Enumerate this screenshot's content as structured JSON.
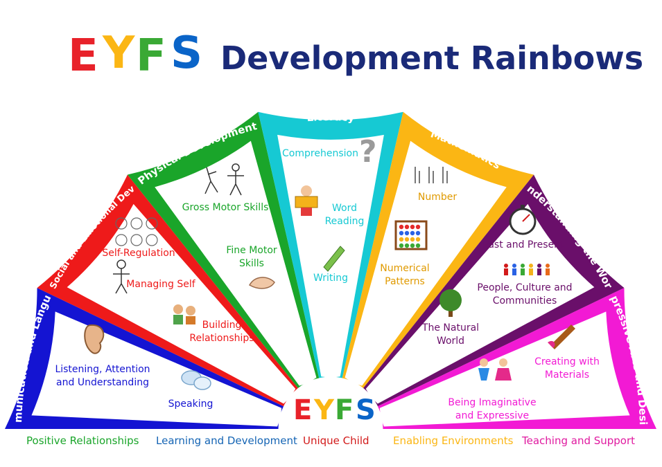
{
  "title": {
    "letters": [
      "E",
      "Y",
      "F",
      "S"
    ],
    "letter_colors": [
      "#e8222a",
      "#fbb614",
      "#3aa935",
      "#0a64c8"
    ],
    "rest": "Development Rainbows",
    "rest_color": "#1a2a78"
  },
  "center_logo": {
    "letters": [
      "E",
      "Y",
      "F",
      "S"
    ],
    "letter_colors": [
      "#e8222a",
      "#fbb614",
      "#3aa935",
      "#0a64c8"
    ]
  },
  "sectors": [
    {
      "name": "Communication and Language",
      "color": "#1414d2",
      "areas": [
        "Listening, Attention and Understanding",
        "Speaking"
      ],
      "icons": [
        "ear-icon",
        "speech-bubbles-icon"
      ]
    },
    {
      "name": "Personal, Social and Emotional Development",
      "color": "#ee1a1a",
      "areas": [
        "Self-Regulation",
        "Managing Self",
        "Building Relationships"
      ],
      "icons": [
        "faces-icon",
        "stick-figure-icon",
        "two-children-icon"
      ]
    },
    {
      "name": "Physical Development",
      "color": "#1aa52a",
      "areas": [
        "Gross Motor Skills",
        "Fine Motor Skills"
      ],
      "icons": [
        "running-figures-icon",
        "pinching-hand-icon"
      ]
    },
    {
      "name": "Literacy",
      "color": "#16c9d3",
      "areas": [
        "Comprehension",
        "Word Reading",
        "Writing"
      ],
      "icons": [
        "question-mark-icon",
        "reading-girl-icon",
        "pencil-icon"
      ]
    },
    {
      "name": "Mathematics",
      "color": "#fbb614",
      "areas": [
        "Number",
        "Numerical Patterns"
      ],
      "icons": [
        "counting-hands-icon",
        "abacus-icon"
      ]
    },
    {
      "name": "Understanding the World",
      "color": "#6a0f6a",
      "areas": [
        "Past and Present",
        "People, Culture and Communities",
        "The Natural World"
      ],
      "icons": [
        "stopwatch-icon",
        "people-icon",
        "tree-icon"
      ]
    },
    {
      "name": "Expressive Arts and Design",
      "color": "#f21ad4",
      "areas": [
        "Creating with Materials",
        "Being Imaginative and Expressive"
      ],
      "icons": [
        "paintbrush-icon",
        "dancing-children-icon"
      ]
    }
  ],
  "footer": [
    {
      "text": "Positive Relationships",
      "color": "#1aa52a"
    },
    {
      "text": "Learning and Development",
      "color": "#1464b4"
    },
    {
      "text": "Unique Child",
      "color": "#d21a1a"
    },
    {
      "text": "Enabling Environments",
      "color": "#fbb614"
    },
    {
      "text": "Teaching and Support",
      "color": "#e01aa0"
    }
  ]
}
